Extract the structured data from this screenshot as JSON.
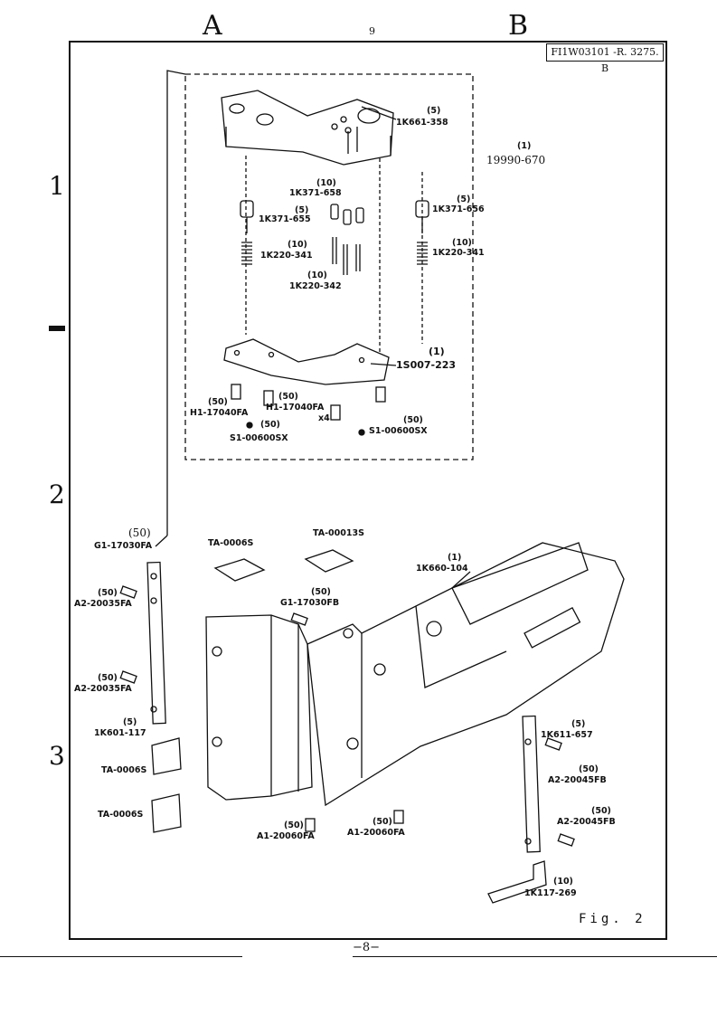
{
  "header": {
    "column_a": "A",
    "column_b": "B",
    "top_mark": "9",
    "document_number": "FI1W03101 -R. 3275. B"
  },
  "rows": [
    "1",
    "2",
    "3"
  ],
  "figure_label": "Fig.  2",
  "page_number": "−8−",
  "assembly": {
    "ref_qty": "(1)",
    "ref_part": "19990-670"
  },
  "upper_parts": [
    {
      "qty": "(5)",
      "part": "1K661-358"
    },
    {
      "qty": "(10)",
      "part": "1K371-658"
    },
    {
      "qty": "(5)",
      "part": "1K371-655"
    },
    {
      "qty": "(5)",
      "part": "1K371-656"
    },
    {
      "qty": "(10)",
      "part": "1K220-341"
    },
    {
      "qty": "(10)",
      "part": "1K220-341"
    },
    {
      "qty": "(10)",
      "part": "1K220-342"
    },
    {
      "qty": "(1)",
      "part": "1S007-223"
    },
    {
      "qty": "(50)",
      "part": "H1-17040FA"
    },
    {
      "qty": "(50)",
      "part": "H1-17040FA"
    },
    {
      "qty": "x4",
      "part": ""
    },
    {
      "qty": "(50)",
      "part": "S1-00600SX"
    },
    {
      "qty": "(50)",
      "part": "S1-00600SX"
    }
  ],
  "lower_parts": [
    {
      "qty": "(50)",
      "part": "G1-17030FA"
    },
    {
      "qty": "",
      "part": "TA-0006S"
    },
    {
      "qty": "",
      "part": "TA-00013S"
    },
    {
      "qty": "(1)",
      "part": "1K660-104"
    },
    {
      "qty": "(50)",
      "part": "A2-20035FA"
    },
    {
      "qty": "(50)",
      "part": "G1-17030FB"
    },
    {
      "qty": "(50)",
      "part": "A2-20035FA"
    },
    {
      "qty": "(5)",
      "part": "1K601-117"
    },
    {
      "qty": "",
      "part": "TA-0006S"
    },
    {
      "qty": "",
      "part": "TA-0006S"
    },
    {
      "qty": "(5)",
      "part": "1K611-657"
    },
    {
      "qty": "(50)",
      "part": "A2-20045FB"
    },
    {
      "qty": "(50)",
      "part": "A2-20045FB"
    },
    {
      "qty": "(50)",
      "part": "A1-20060FA"
    },
    {
      "qty": "(50)",
      "part": "A1-20060FA"
    },
    {
      "qty": "(10)",
      "part": "1K117-269"
    }
  ]
}
